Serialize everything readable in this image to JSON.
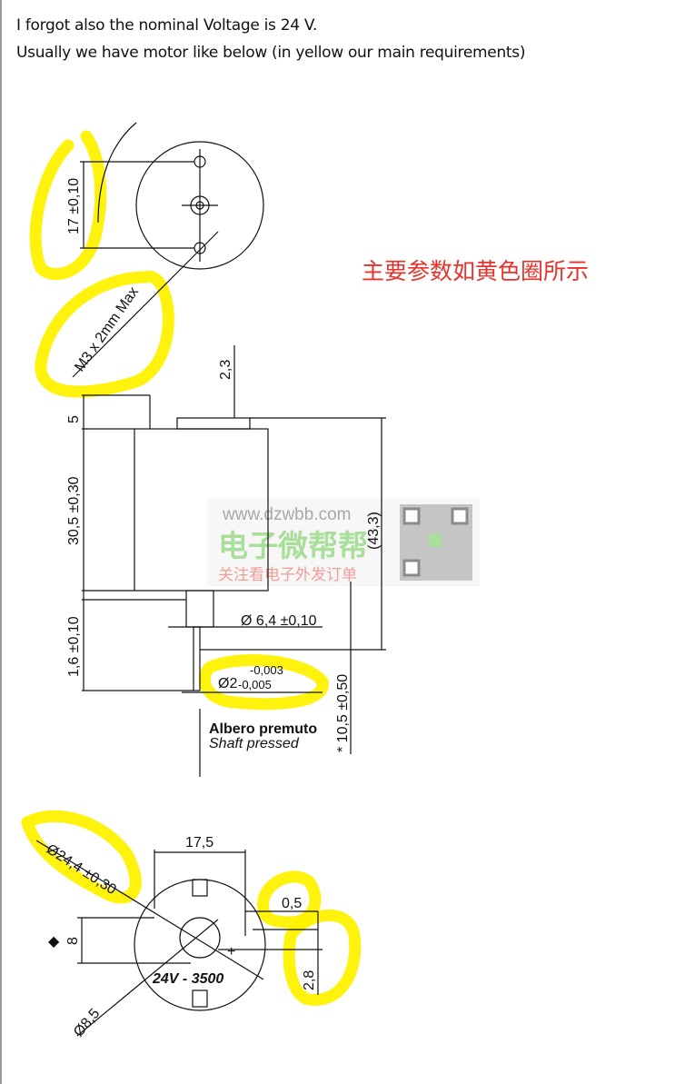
{
  "message": {
    "line1": "I forgot also the nominal Voltage is 24 V.",
    "line2": "Usually we have motor like below (in yellow our main requirements)"
  },
  "annotation_cn": "主要参数如黄色圈所示",
  "watermark": {
    "url": "www.dzwbb.com",
    "brand": "电子微帮帮",
    "slogan": "关注看电子外发订单"
  },
  "drawing": {
    "top_view": {
      "hole_spacing": "17 ±0,10",
      "screw": "M3 x 2mm Max"
    },
    "side_view": {
      "cap_height": "5",
      "terminal": "2,3",
      "body_length": "30,5 ±0,30",
      "flange": "1,6 ±0,10",
      "total_length": "(43,3)",
      "boss_diameter": "Ø 6,4 ±0,10",
      "shaft_diameter": "Ø2",
      "shaft_tol_upper": "-0,003",
      "shaft_tol_lower": "-0,005",
      "shaft_length": "* 10,5 ±0,50",
      "note_it": "Albero premuto",
      "note_en": "Shaft pressed"
    },
    "front_view": {
      "width": "17,5",
      "diameter": "Ø24,4 ±0,30",
      "gap": "0,5",
      "height": "8",
      "offset": "2,8",
      "rating": "24V - 3500",
      "hole": "Ø8,5",
      "marker": "◆"
    }
  },
  "colors": {
    "highlight": "#fff200",
    "annotation": "#e8322b",
    "watermark_green": "#9bd98a",
    "watermark_red": "#f08c84"
  }
}
